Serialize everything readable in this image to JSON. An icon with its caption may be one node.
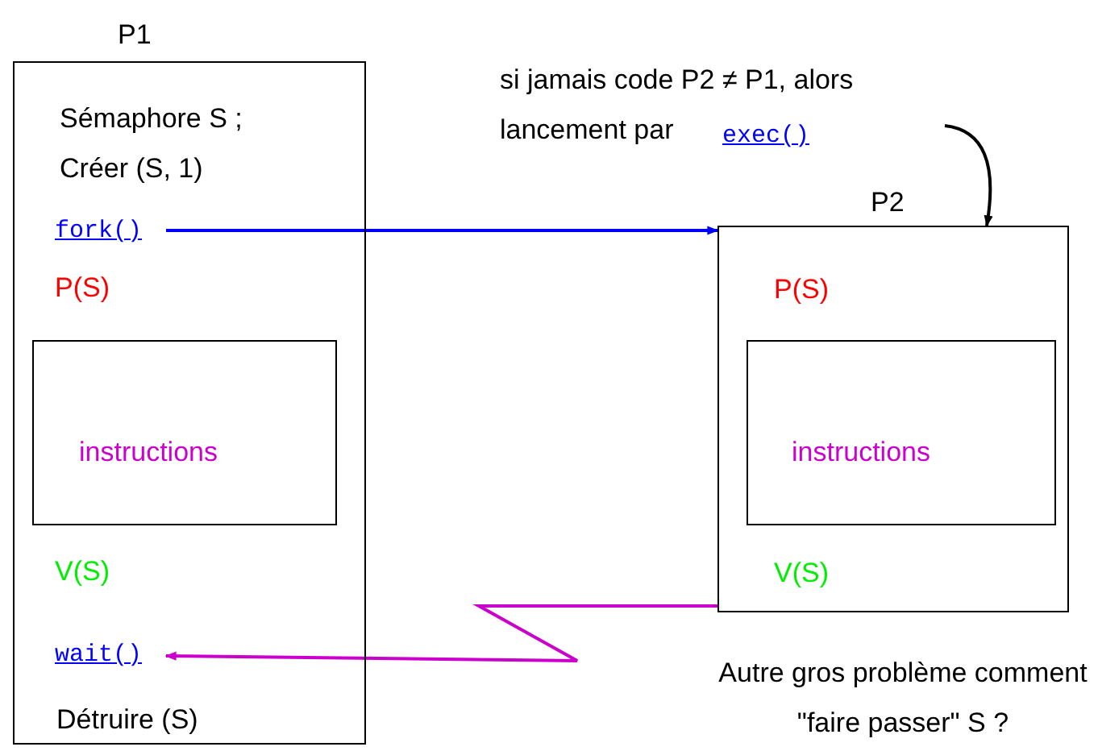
{
  "diagram": {
    "nodes": [
      {
        "text": [
          "P1",
          "Sémaphore S ;",
          "Créer (S, 1)",
          "P(S)",
          "V(S)",
          "Détruire (S)"
        ]
      },
      {
        "text": [
          "fork()"
        ],
        "in": 0
      },
      {
        "text": [
          "instructions"
        ],
        "in": 0
      },
      {
        "text": [
          "wait()"
        ],
        "in": 0
      },
      {
        "text": [
          "P2",
          "P(S)",
          "V(S)"
        ]
      },
      {
        "text": [
          "instructions"
        ],
        "in": 4
      },
      {
        "text": [
          "si jamais code P2 ≠ P1, alors lancement par",
          "exec()"
        ]
      }
    ],
    "edges": [
      {
        "from": 1,
        "to": 4,
        "arrow": "to",
        "color": "#0000ff"
      },
      {
        "from": 6,
        "to": 4,
        "arrow": "to",
        "color": "#000000"
      },
      {
        "from": 4,
        "to": 3,
        "arrow": "to",
        "color": "#cc00cc"
      }
    ],
    "labels": [
      "Autre gros problème comment \"faire passer\" S ?"
    ]
  }
}
